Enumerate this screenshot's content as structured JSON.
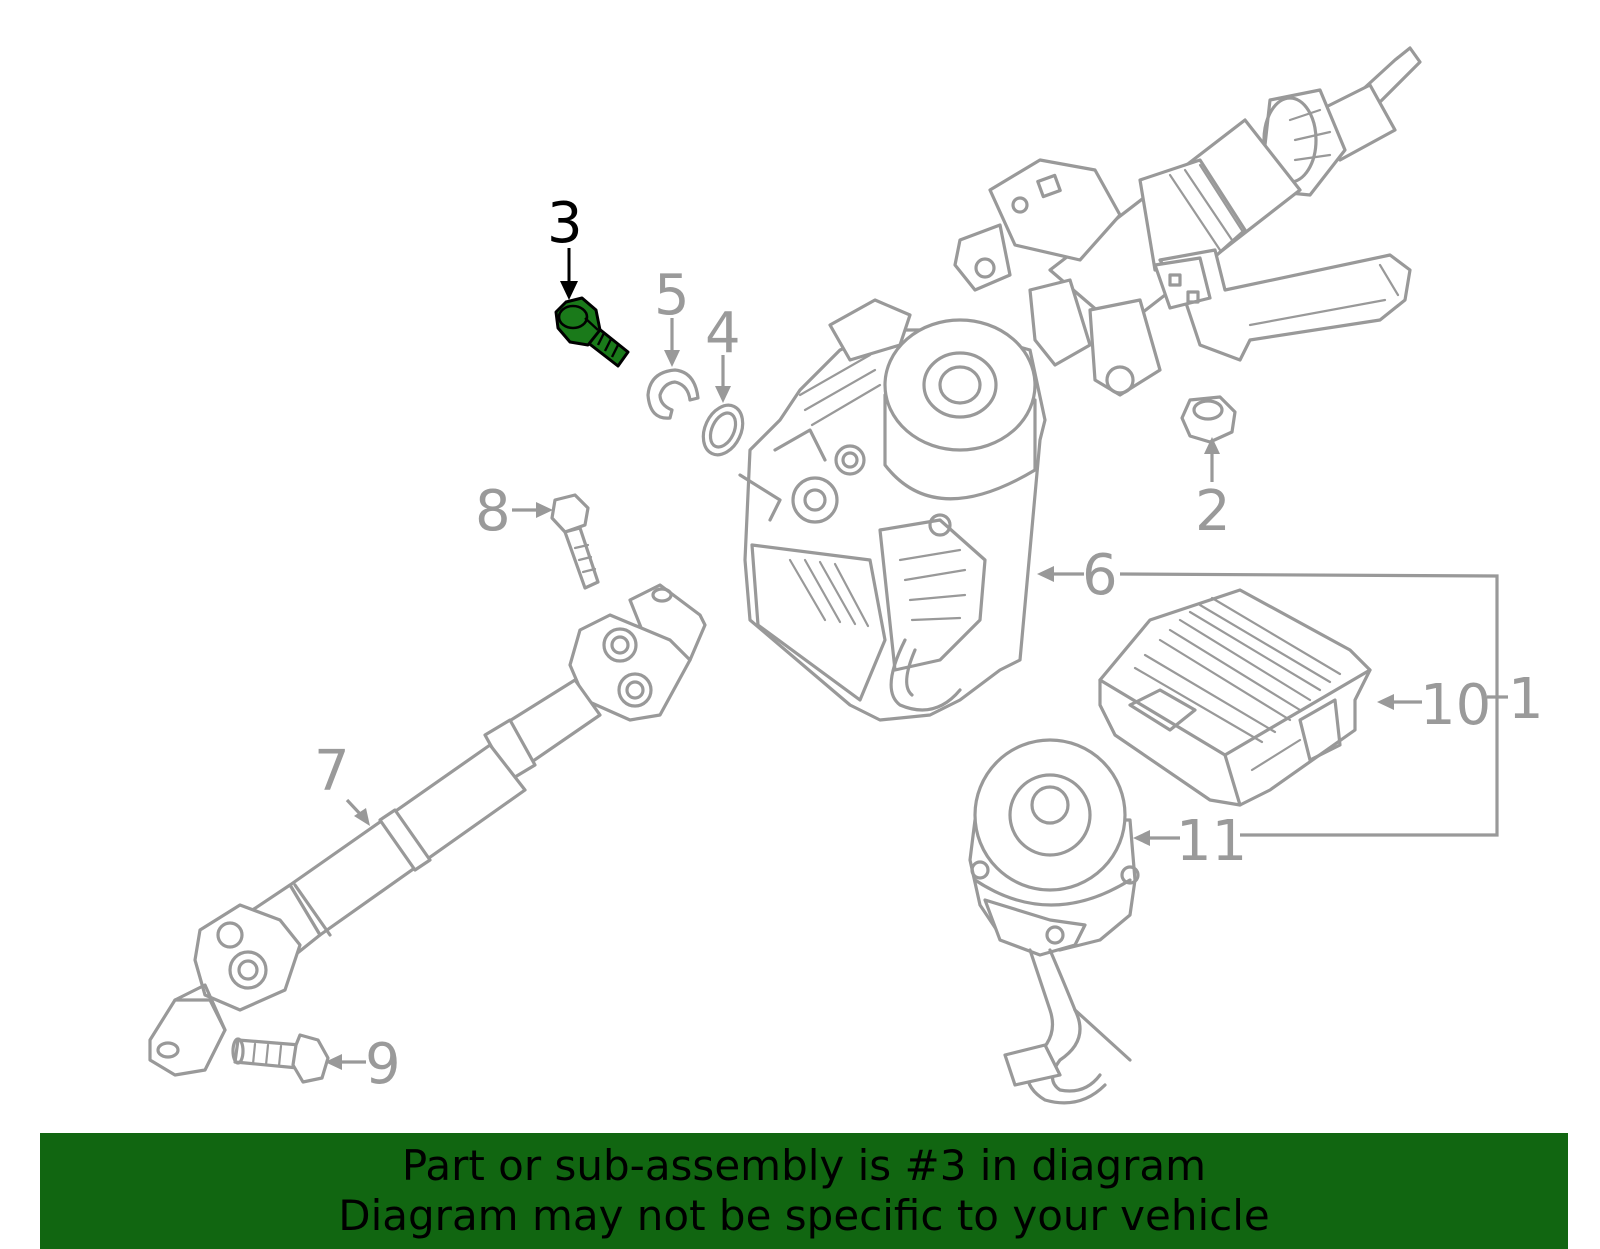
{
  "callouts": {
    "c1": "1",
    "c2": "2",
    "c3": "3",
    "c4": "4",
    "c5": "5",
    "c6": "6",
    "c7": "7",
    "c8": "8",
    "c9": "9",
    "c10": "10",
    "c11": "11"
  },
  "highlighted_part": "3",
  "colors": {
    "line_gray": "#999999",
    "highlight_green": "#1a7a1a",
    "banner_green": "#116611",
    "banner_text": "#000000"
  },
  "banner": {
    "line1": "Part or sub-assembly is #3 in diagram",
    "line2": "Diagram may not be specific to your vehicle"
  }
}
